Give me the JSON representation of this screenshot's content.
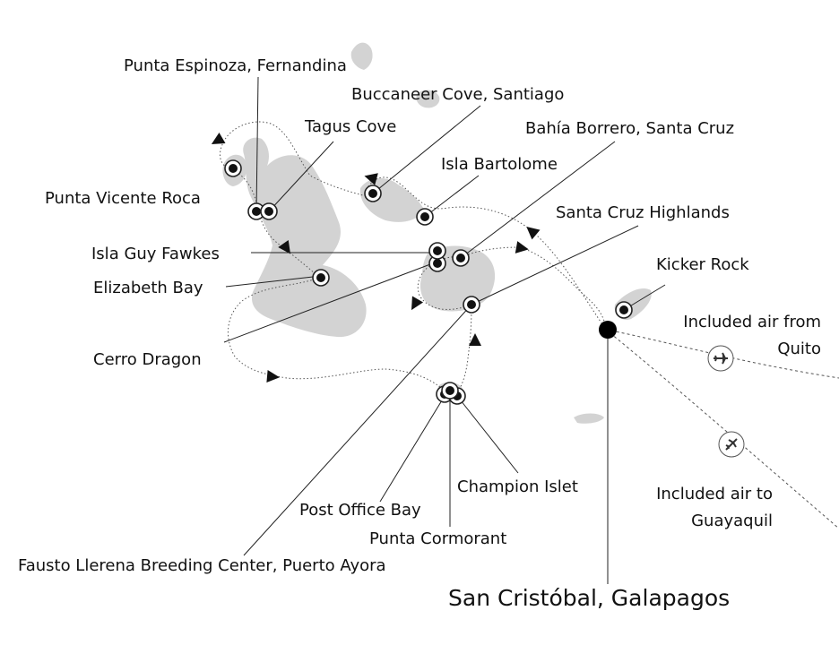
{
  "map": {
    "port": "San Cristóbal, Galapagos",
    "stops": [
      "Punta Espinoza, Fernandina",
      "Buccaneer Cove, Santiago",
      "Tagus Cove",
      "Bahía Borrero, Santa Cruz",
      "Isla Bartolome",
      "Punta Vicente Roca",
      "Santa Cruz Highlands",
      "Isla Guy Fawkes",
      "Kicker Rock",
      "Elizabeth Bay",
      "Cerro Dragon",
      "Champion Islet",
      "Post Office Bay",
      "Punta Cormorant",
      "Fausto Llerena Breeding Center, Puerto Ayora"
    ],
    "air": {
      "from_line1": "Included air from",
      "from_line2": "Quito",
      "to_line1": "Included air to",
      "to_line2": "Guayaquil"
    },
    "colors": {
      "land": "#d3d3d3",
      "marker": "#111111",
      "route": "#555555"
    },
    "icons": [
      "plane-icon",
      "stop-marker-icon",
      "direction-arrow-icon"
    ]
  }
}
